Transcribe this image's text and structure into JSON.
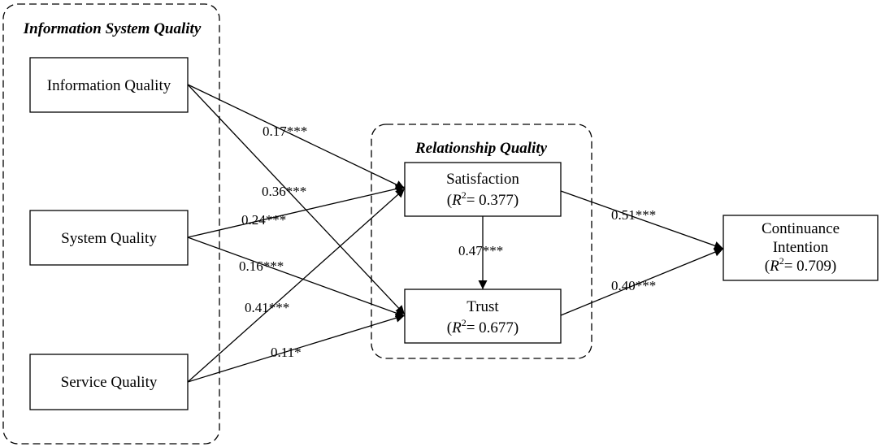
{
  "groups": {
    "info_system_quality": "Information System Quality",
    "relationship_quality": "Relationship Quality"
  },
  "nodes": {
    "information_quality": {
      "label": "Information Quality"
    },
    "system_quality": {
      "label": "System Quality"
    },
    "service_quality": {
      "label": "Service Quality"
    },
    "satisfaction": {
      "label": "Satisfaction",
      "r2_symbol": "R",
      "r2_sup": "2",
      "r2_value": "= 0.377)"
    },
    "trust": {
      "label": "Trust",
      "r2_symbol": "R",
      "r2_sup": "2",
      "r2_value": "= 0.677)"
    },
    "continuance_intention": {
      "label_line1": "Continuance",
      "label_line2": "Intention",
      "r2_symbol": "R",
      "r2_sup": "2",
      "r2_value": "= 0.709)"
    }
  },
  "paths": [
    {
      "from": "Information Quality",
      "to": "Satisfaction",
      "coefficient": "0.17***"
    },
    {
      "from": "Information Quality",
      "to": "Trust",
      "coefficient": "0.36***"
    },
    {
      "from": "System Quality",
      "to": "Satisfaction",
      "coefficient": "0.24***"
    },
    {
      "from": "System Quality",
      "to": "Trust",
      "coefficient": "0.16***"
    },
    {
      "from": "Service Quality",
      "to": "Satisfaction",
      "coefficient": "0.41***"
    },
    {
      "from": "Service Quality",
      "to": "Trust",
      "coefficient": "0.11*"
    },
    {
      "from": "Satisfaction",
      "to": "Trust",
      "coefficient": "0.47***"
    },
    {
      "from": "Satisfaction",
      "to": "Continuance Intention",
      "coefficient": "0.51***"
    },
    {
      "from": "Trust",
      "to": "Continuance Intention",
      "coefficient": "0.40***"
    }
  ]
}
